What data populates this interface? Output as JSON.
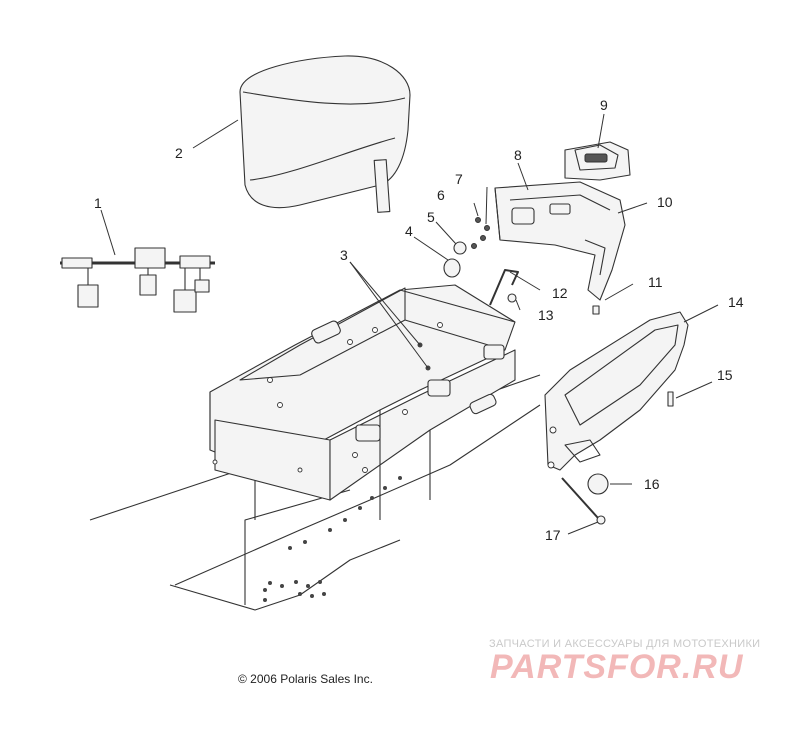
{
  "callouts": [
    "1",
    "2",
    "3",
    "4",
    "5",
    "6",
    "7",
    "8",
    "9",
    "10",
    "11",
    "12",
    "13",
    "14",
    "15",
    "16",
    "17"
  ],
  "copyright": "© 2006 Polaris Sales Inc.",
  "watermark": {
    "subtitle": "ЗАПЧАСТИ И АКСЕССУАРЫ ДЛЯ МОТОТЕХНИКИ",
    "logo": "PARTSFOR.RU"
  },
  "colors": {
    "line": "#333333",
    "watermark": "#f2b8b8"
  }
}
